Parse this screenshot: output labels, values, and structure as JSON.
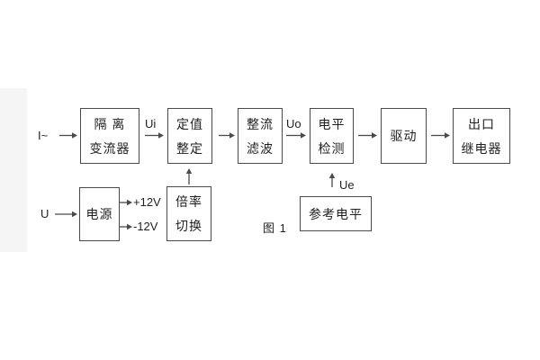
{
  "figure": {
    "caption": "图 1"
  },
  "diagram": {
    "blocks": [
      {
        "id": "isolation-transformer",
        "lines": [
          "隔 离",
          "变流器"
        ]
      },
      {
        "id": "setting-adjust",
        "lines": [
          "定值",
          "整定"
        ]
      },
      {
        "id": "rectifier-filter",
        "lines": [
          "整流",
          "滤波"
        ]
      },
      {
        "id": "level-detect",
        "lines": [
          "电平",
          "检测"
        ]
      },
      {
        "id": "drive",
        "lines": [
          "驱动"
        ]
      },
      {
        "id": "output-relay",
        "lines": [
          "出口",
          "继电器"
        ]
      },
      {
        "id": "power-supply",
        "lines": [
          "电源"
        ]
      },
      {
        "id": "ratio-switch",
        "lines": [
          "倍率",
          "切换"
        ]
      },
      {
        "id": "reference-level",
        "lines": [
          "参考电平"
        ]
      }
    ],
    "signals": {
      "input_current": "I~",
      "input_voltage": "U",
      "ui": "Ui",
      "uo": "Uo",
      "ue": "Ue",
      "rail_pos": "+12V",
      "rail_neg": "-12V"
    },
    "colors": {
      "line": "#4a4a4a",
      "text": "#1f1f1f",
      "background": "#ffffff"
    }
  }
}
